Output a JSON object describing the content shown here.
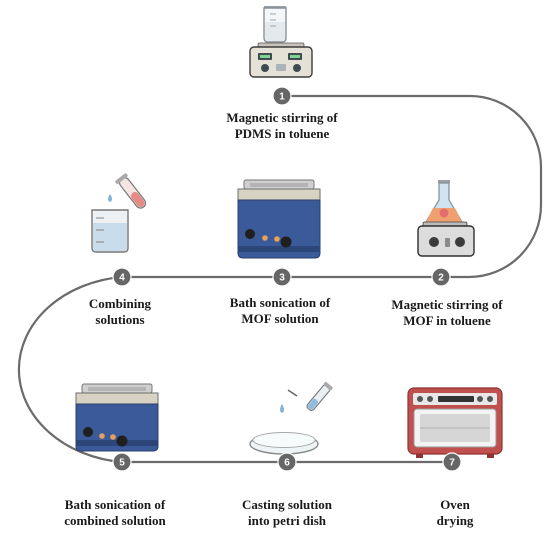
{
  "figure": {
    "steps": [
      {
        "number": "1",
        "line1": "Magnetic stirring of",
        "line2": "PDMS in toluene",
        "icon": "magnetic-stirrer-beaker-icon"
      },
      {
        "number": "2",
        "line1": "Magnetic stirring of",
        "line2": "MOF in toluene",
        "icon": "magnetic-stirrer-flask-icon"
      },
      {
        "number": "3",
        "line1": "Bath sonication of",
        "line2": "MOF solution",
        "icon": "ultrasonic-bath-icon"
      },
      {
        "number": "4",
        "line1": "Combining",
        "line2": "solutions",
        "icon": "beaker-test-tube-icon"
      },
      {
        "number": "5",
        "line1": "Bath sonication of",
        "line2": "combined solution",
        "icon": "ultrasonic-bath-icon"
      },
      {
        "number": "6",
        "line1": "Casting solution",
        "line2": "into petri dish",
        "icon": "petri-dish-pipette-icon"
      },
      {
        "number": "7",
        "line1": "Oven",
        "line2": "drying",
        "icon": "oven-icon"
      }
    ],
    "colors": {
      "connector": "#6b6b6b",
      "badge": "#666666",
      "sonicator_blue": "#3b5a9a",
      "oven_red": "#c0504d",
      "flask_orange": "#f0a070"
    }
  }
}
